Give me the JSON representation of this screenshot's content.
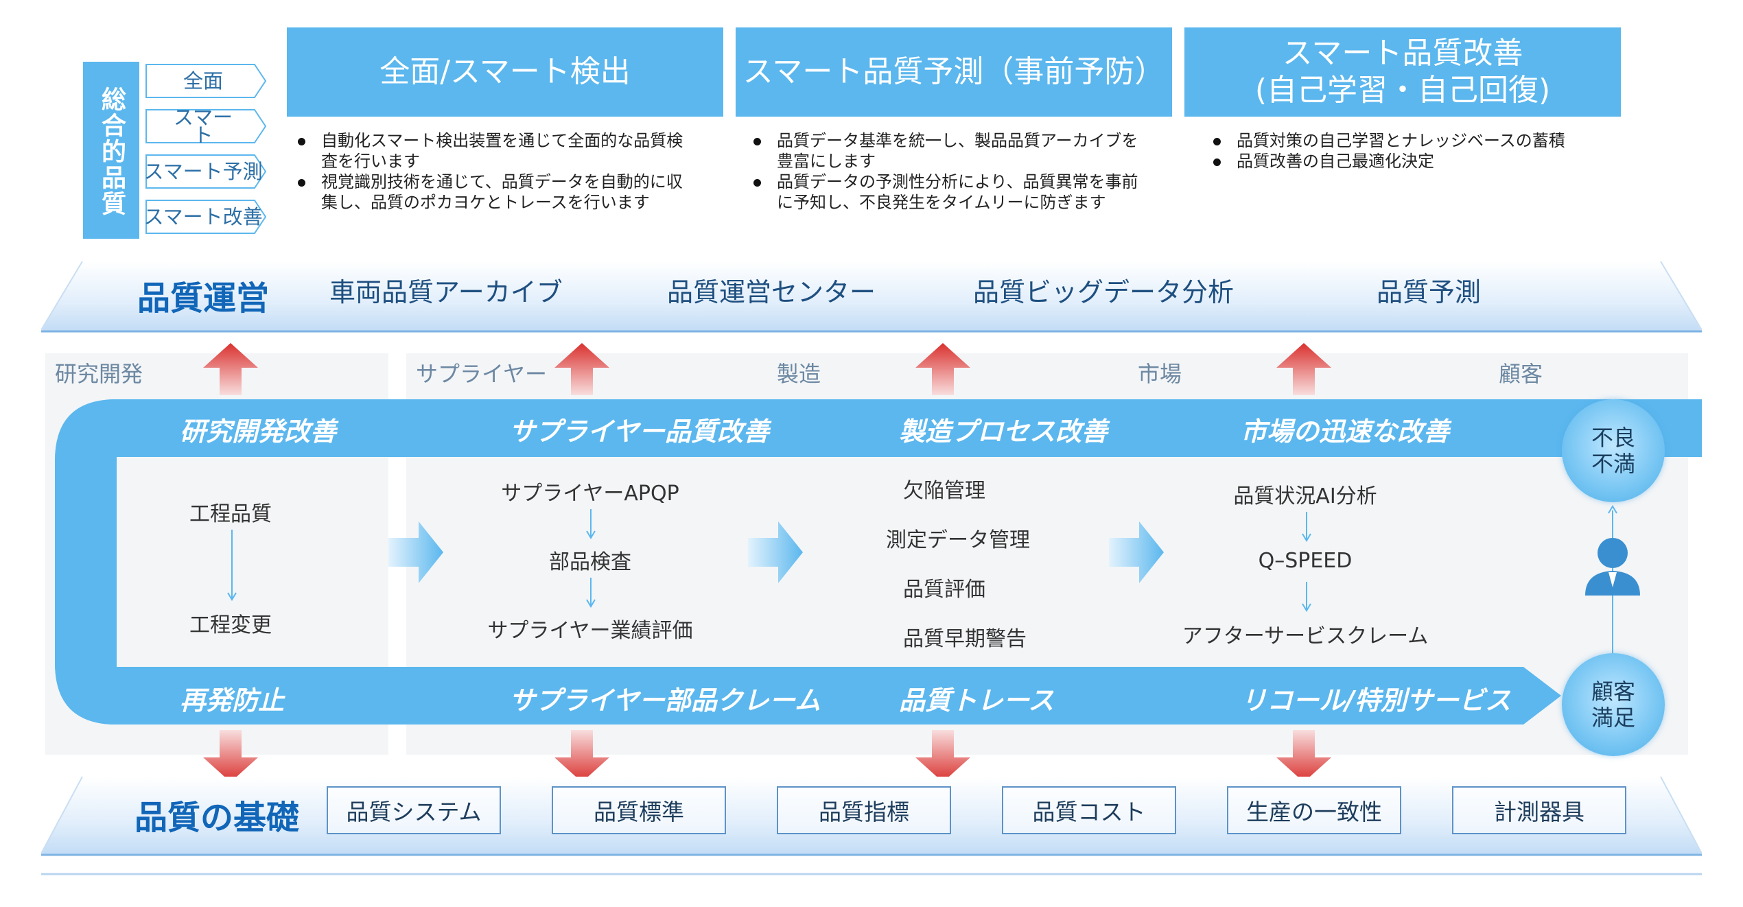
{
  "left_label": "総合的品質",
  "tags": [
    "全面",
    "スマート",
    "スマート予測",
    "スマート改善"
  ],
  "headers": [
    {
      "title_line1": "全面/スマート検出",
      "title_line2": "",
      "bullets": [
        "自動化スマート検出装置を通じて全面的な品質検査を行います",
        "視覚識別技術を通じて、品質データを自動的に収集し、品質のポカヨケとトレースを行います"
      ]
    },
    {
      "title_line1": "スマート品質予測（事前予防）",
      "title_line2": "",
      "bullets": [
        "品質データ基準を統一し、製品品質アーカイブを豊富にします",
        "品質データの予測性分析により、品質異常を事前に予知し、不良発生をタイムリーに防ぎます"
      ]
    },
    {
      "title_line1": "スマート品質改善",
      "title_line2": "(自己学習・自己回復)",
      "bullets": [
        "品質対策の自己学習とナレッジベースの蓄積",
        "品質改善の自己最適化決定"
      ]
    }
  ],
  "operations_band": {
    "title": "品質運営",
    "items": [
      "車両品質アーカイブ",
      "品質運営センター",
      "品質ビッグデータ分析",
      "品質予測"
    ]
  },
  "stages": [
    {
      "label": "研究開発",
      "improve": "研究開発改善",
      "bottom": "再発防止",
      "items": [
        "工程品質",
        "工程変更"
      ]
    },
    {
      "label": "サプライヤー",
      "improve": "サプライヤー品質改善",
      "bottom": "サプライヤー部品クレーム",
      "items": [
        "サプライヤーAPQP",
        "部品検査",
        "サプライヤー業績評価"
      ]
    },
    {
      "label": "製造",
      "improve": "製造プロセス改善",
      "bottom": "品質トレース",
      "items": [
        "欠陥管理",
        "測定データ管理",
        "品質評価",
        "品質早期警告"
      ]
    },
    {
      "label": "市場",
      "improve": "市場の迅速な改善",
      "bottom": "リコール/特別サービス",
      "items": [
        "品質状況AI分析",
        "Q–SPEED",
        "アフターサービスクレーム"
      ]
    },
    {
      "label": "顧客"
    }
  ],
  "customer": {
    "top_circle": "不良\n不満",
    "bottom_circle": "顧客\n満足",
    "icon": "customer-person-icon"
  },
  "foundation_band": {
    "title": "品質の基礎",
    "items": [
      "品質システム",
      "品質標準",
      "品質指標",
      "品質コスト",
      "生産の一致性",
      "計測器具"
    ]
  },
  "colors": {
    "accent": "#5bb7ee",
    "up_arrow": "#d9413f",
    "title_blue": "#1166b8"
  }
}
